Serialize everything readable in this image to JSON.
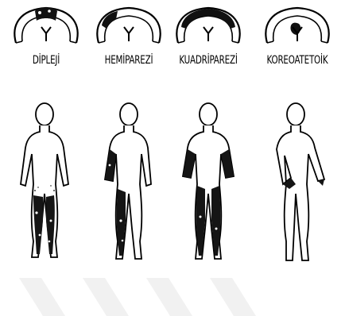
{
  "labels": [
    "DİPLEJİ",
    "HEMİPAREZİ",
    "KUADRİPAREZİ",
    "KOREOATETOİK"
  ]
}
